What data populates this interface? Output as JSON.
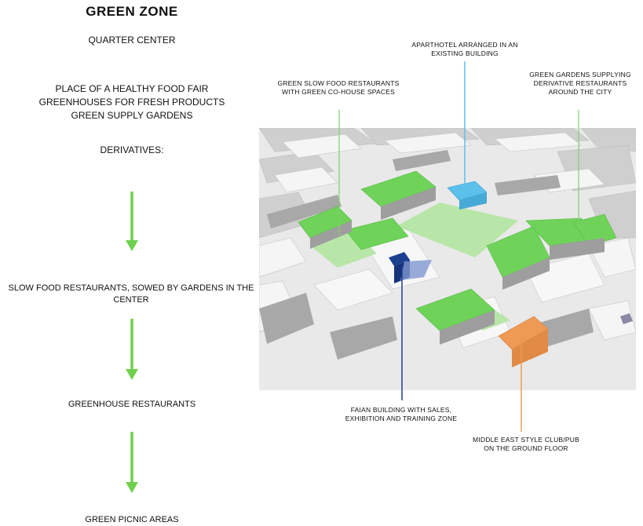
{
  "title": "GREEN ZONE",
  "subtitle": "QUARTER CENTER",
  "description_lines": [
    "PLACE OF A HEALTHY FOOD FAIR",
    "GREENHOUSES FOR FRESH PRODUCTS",
    "GREEN SUPPLY GARDENS"
  ],
  "derivatives_label": "DERIVATIVES:",
  "steps": [
    "SLOW FOOD RESTAURANTS, SOWED BY GARDENS IN THE CENTER",
    "GREENHOUSE RESTAURANTS",
    "GREEN PICNIC AREAS"
  ],
  "callouts": {
    "aparthotel": "APARTHOTEL ARRANGED IN AN EXISTING BUILDING",
    "slow_food": "GREEN SLOW FOOD RESTAURANTS WITH GREEN CO-HOUSE SPACES",
    "gardens": "GREEN GARDENS SUPPLYING DERIVATIVE RESTAURANTS AROUND THE CITY",
    "faian": "FAIAN BUILDING WITH SALES, EXHIBITION AND TRAINING ZONE",
    "club": "MIDDLE EAST STYLE CLUB/PUB ON THE GROUND FLOOR"
  },
  "colors": {
    "arrow": "#6fcf4f",
    "roof_green": "#6fd35a",
    "plaza_green": "#b8e6a8",
    "aparthotel_blue": "#5bc0ea",
    "faian_navy": "#1d3f8f",
    "club_orange": "#ee9a55"
  }
}
